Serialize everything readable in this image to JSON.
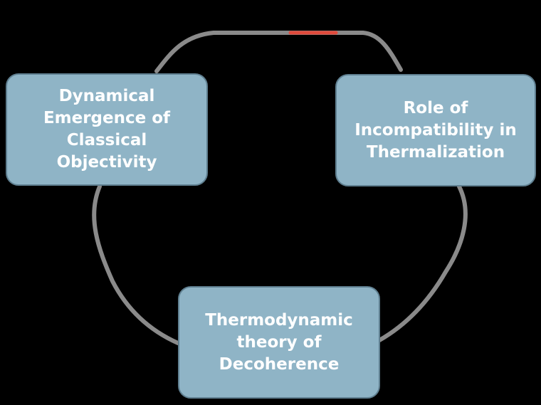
{
  "diagram": {
    "nodes": {
      "left": "Dynamical\nEmergence of\nClassical Objectivity",
      "right": "Role of\nIncompatibility in\nThermalization",
      "bottom": "Thermodynamic\ntheory of\nDecoherence"
    }
  },
  "colors": {
    "background": "#000000",
    "node_fill": "#8fb4c6",
    "node_border": "#5f7f90",
    "node_text": "#ffffff",
    "connector": "#8a8a8a",
    "accent": "#e04a3c"
  }
}
